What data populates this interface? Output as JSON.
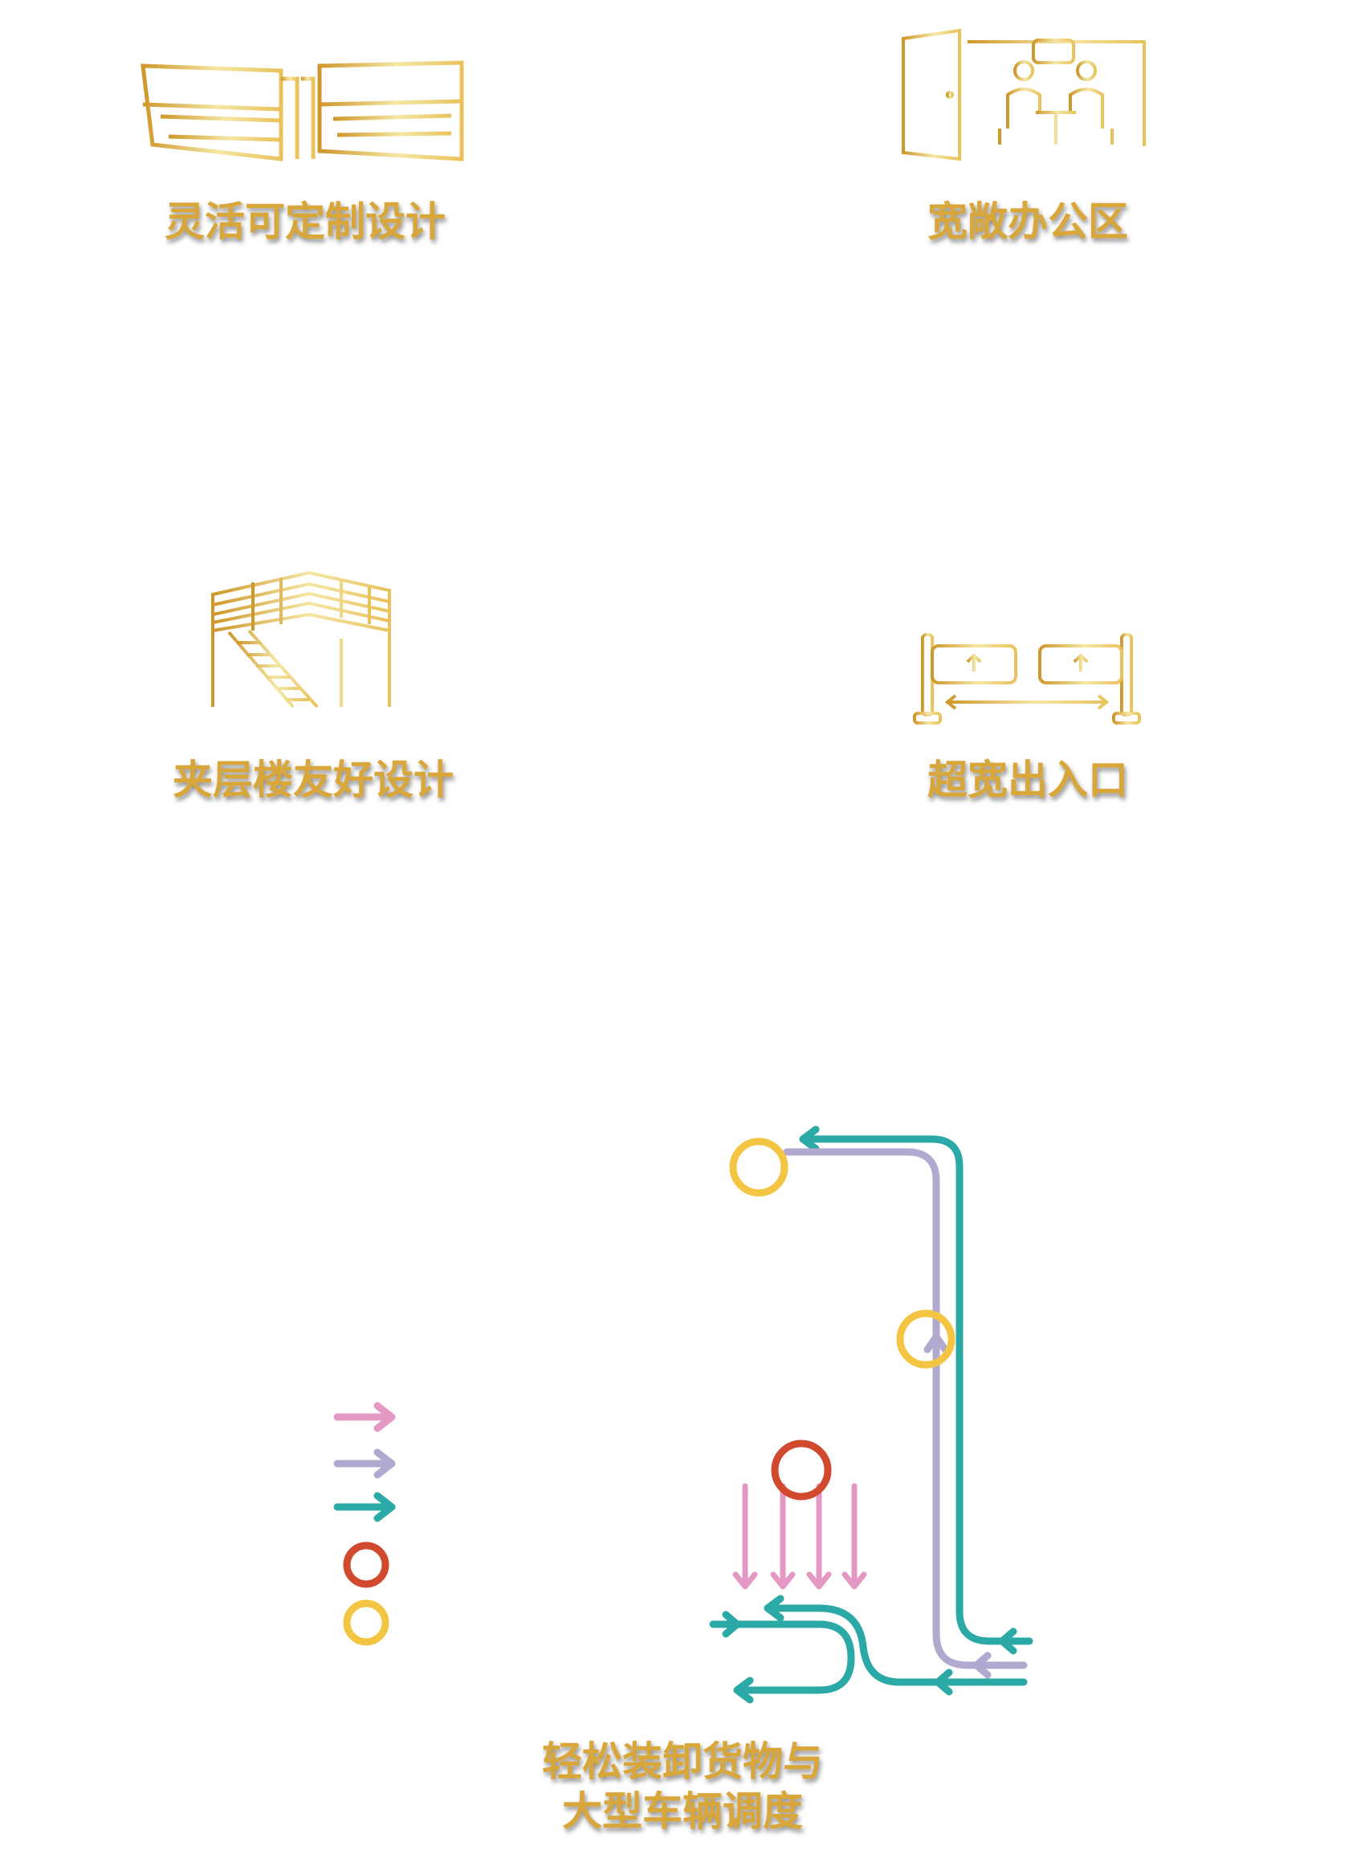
{
  "features": [
    {
      "id": "flexible-design",
      "label": "灵活可定制设计",
      "icon": "warehouse-building-icon"
    },
    {
      "id": "office",
      "label": "宽敞办公区",
      "icon": "meeting-room-icon"
    },
    {
      "id": "mezzanine",
      "label": "夹层楼友好设计",
      "icon": "mezzanine-stairs-icon"
    },
    {
      "id": "entrance",
      "label": "超宽出入口",
      "icon": "wide-gate-icon"
    }
  ],
  "logistics": {
    "caption_line1": "轻松装卸货物与",
    "caption_line2": "大型车辆调度"
  },
  "legend": [
    {
      "kind": "arrow",
      "color": "#e598c4"
    },
    {
      "kind": "arrow",
      "color": "#b1a9cf"
    },
    {
      "kind": "arrow",
      "color": "#2aa9a6"
    },
    {
      "kind": "ring",
      "color": "#d24a2e"
    },
    {
      "kind": "ring",
      "color": "#f4c542"
    }
  ],
  "colors": {
    "gold_dark": "#d09a2c",
    "gold_light": "#f7e9a6",
    "pink": "#e598c4",
    "lavender": "#b1a9cf",
    "teal": "#2aa9a6",
    "red": "#d24a2e",
    "yellow": "#f4c542"
  }
}
